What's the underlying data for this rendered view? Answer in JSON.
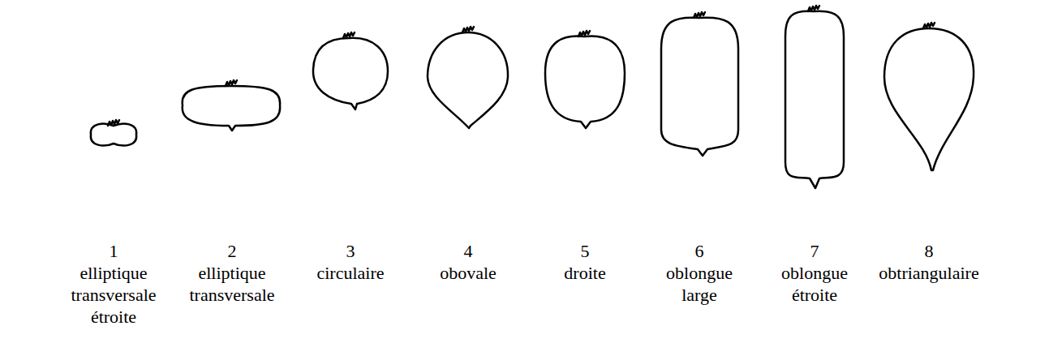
{
  "diagram": {
    "labels": [
      "1",
      "elliptique transversale étroite",
      "2",
      "elliptique transversale",
      "3",
      "circulaire",
      "4",
      "obovale",
      "5",
      "droite",
      "6",
      "oblongue large",
      "7",
      "oblongue étroite",
      "8",
      "obtriangulaire"
    ]
  }
}
